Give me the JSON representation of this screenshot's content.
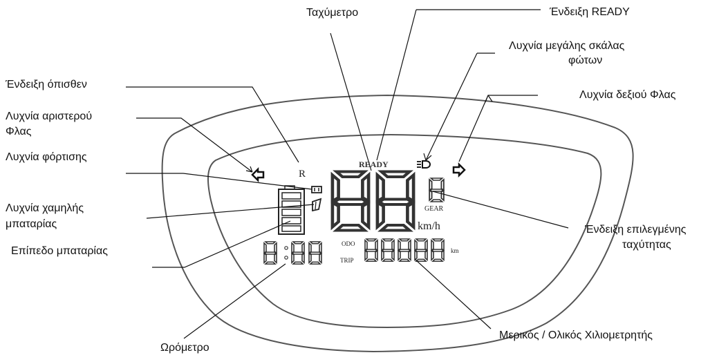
{
  "labels": {
    "speedometer": "Ταχύμετρο",
    "ready_indicator": "Ένδειξη READY",
    "high_beam_line1": "Λυχνία μεγάλης σκάλας",
    "high_beam_line2": "φώτων",
    "right_turn": "Λυχνία δεξιού Φλας",
    "reverse": "Ένδειξη όπισθεν",
    "left_turn_line1": "Λυχνία αριστερού",
    "left_turn_line2": "Φλας",
    "charging": "Λυχνία φόρτισης",
    "low_battery_line1": "Λυχνία χαμηλής",
    "low_battery_line2": "μπαταρίας",
    "battery_level": "Επίπεδο μπαταρίας",
    "gear_line1": "Ένδειξη επιλεγμένης",
    "gear_line2": "ταχύτητας",
    "odometer": "Μερικός / Ολικός Χιλιομετρητής",
    "hour_meter": "Ωρόμετρο"
  },
  "display": {
    "ready": "READY",
    "reverse_letter": "R",
    "speed_unit": "km/h",
    "gear": "GEAR",
    "odo": "ODO",
    "trip": "TRIP",
    "distance_unit": "km"
  },
  "colors": {
    "line": "#111111",
    "frame": "#555555"
  },
  "icons": [
    "left-arrow-icon",
    "right-arrow-icon",
    "headlight-icon",
    "charging-plug-icon",
    "low-battery-icon",
    "battery-icon"
  ]
}
